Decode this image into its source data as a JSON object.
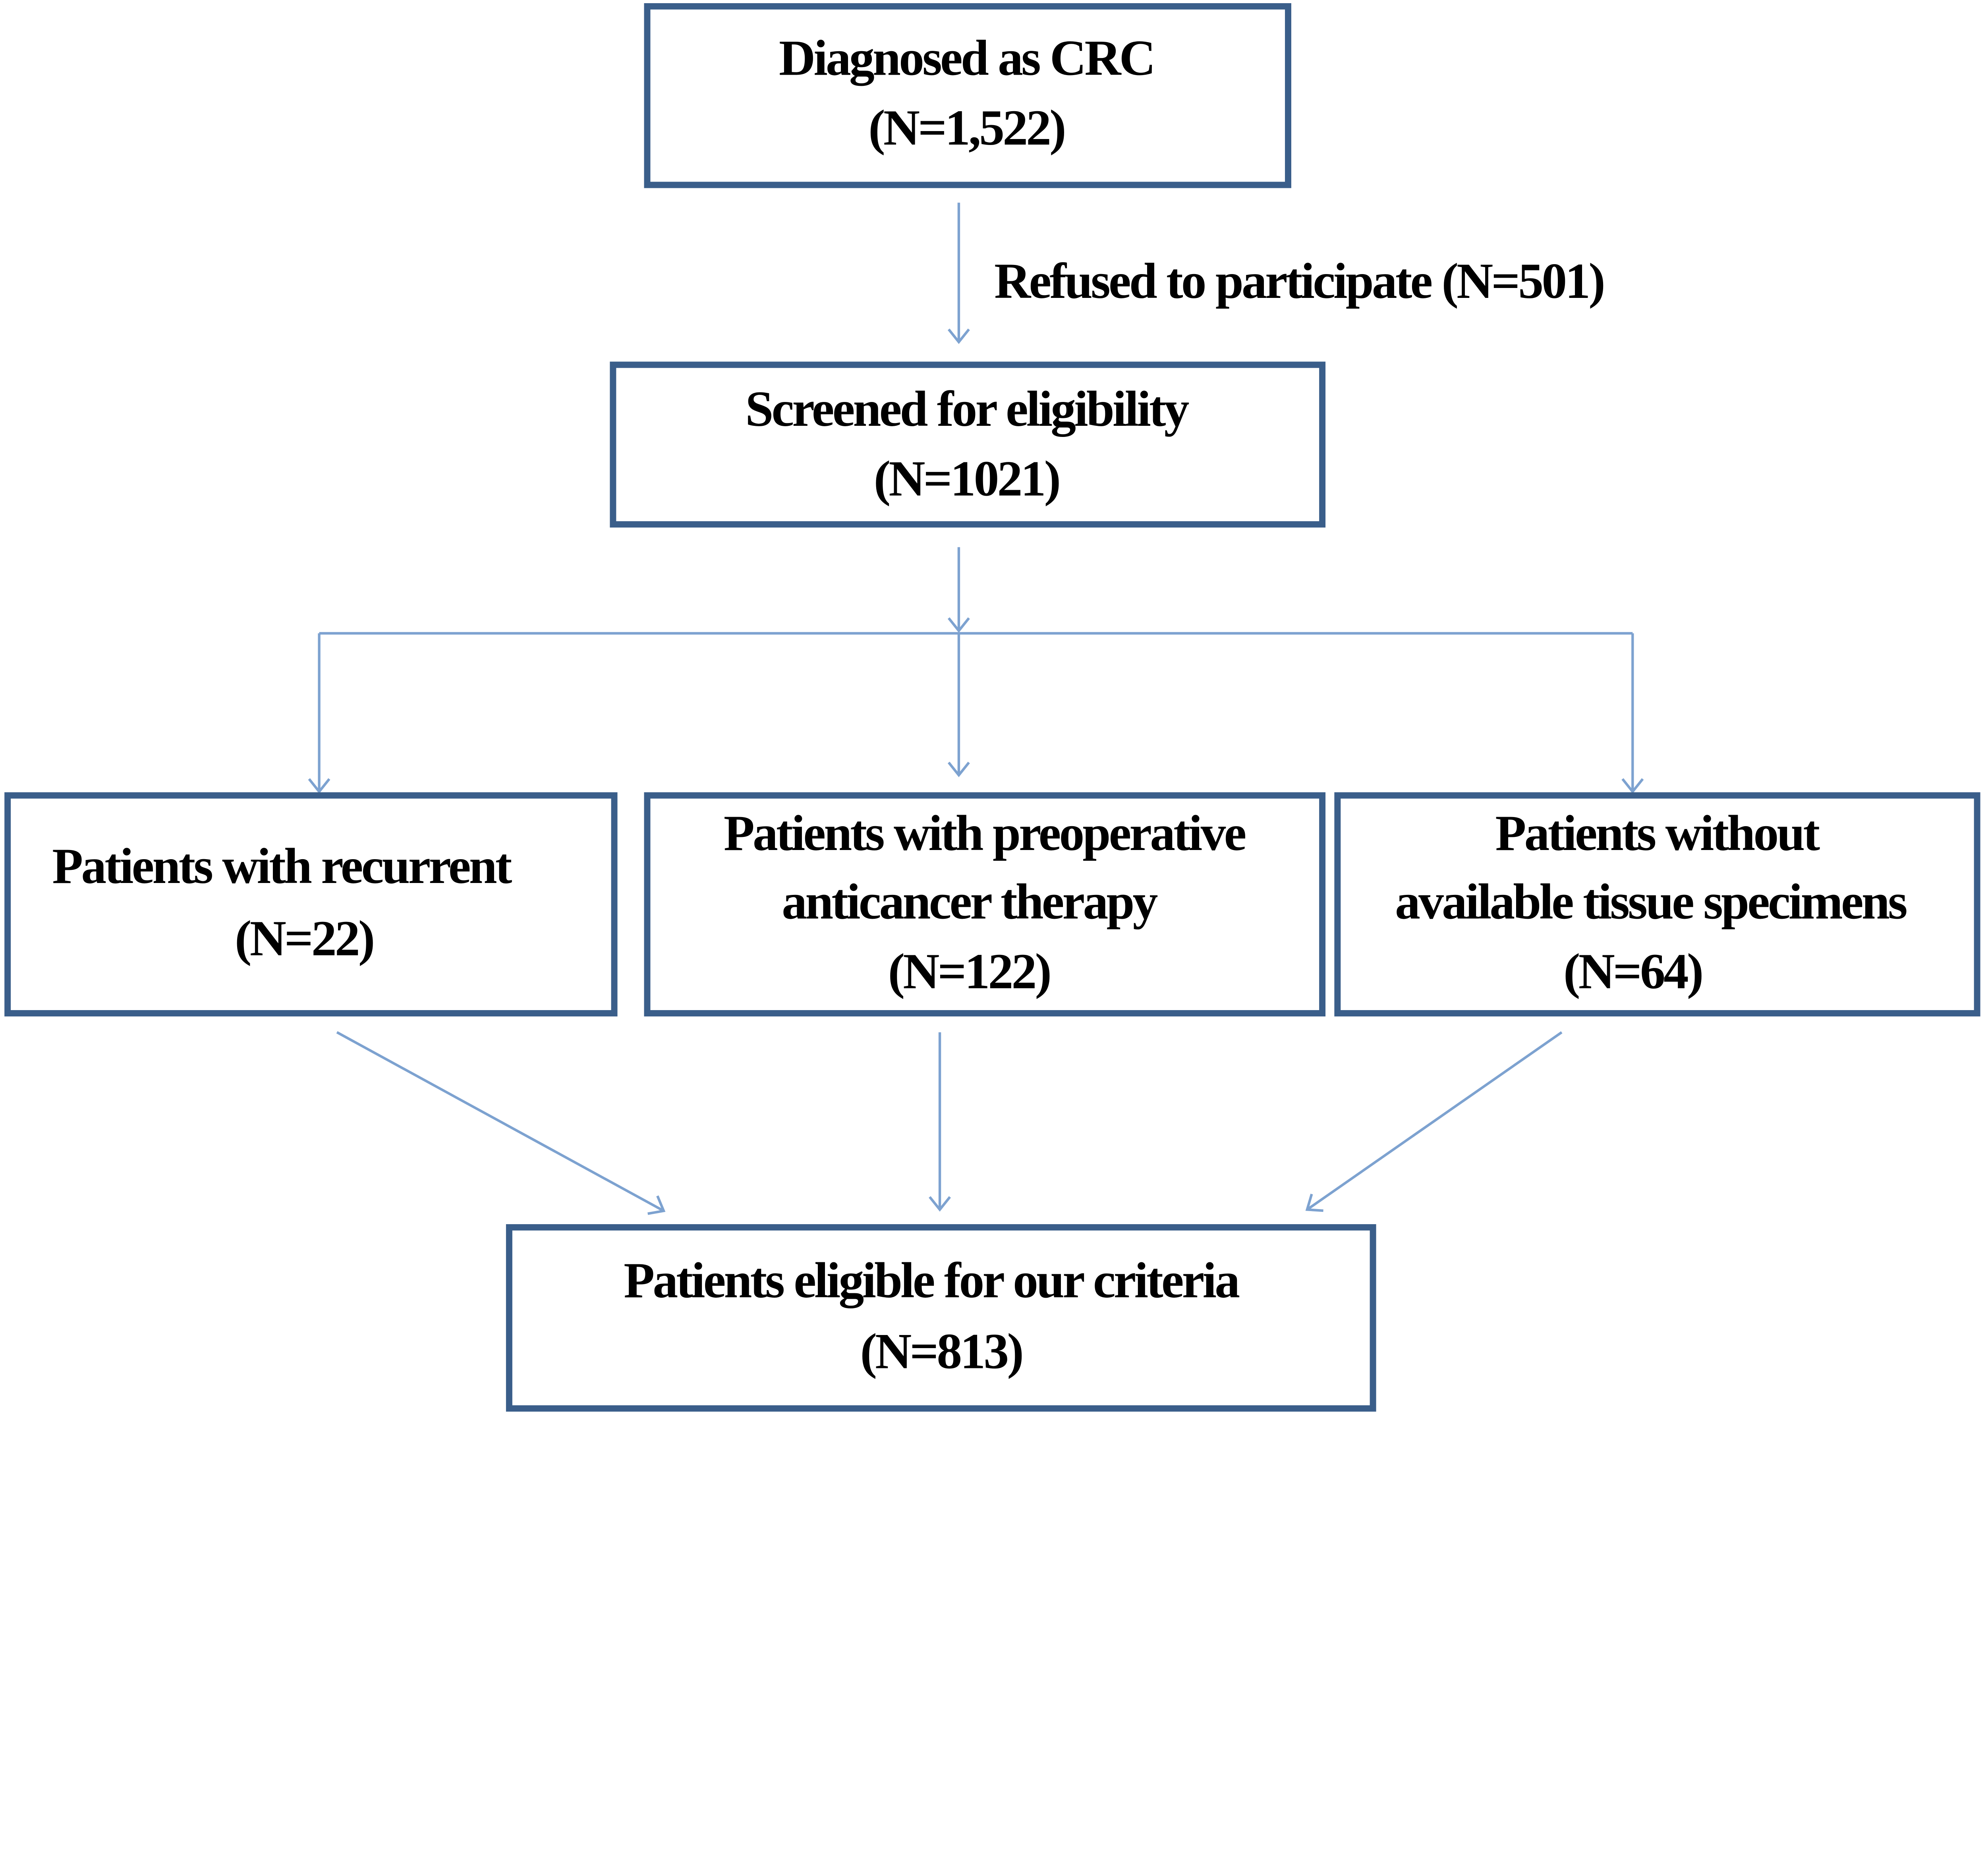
{
  "colors": {
    "box_border": "#3a5e8a",
    "arrow": "#7da2d0",
    "text": "#000000"
  },
  "nodes": {
    "diagnosed": {
      "line1": "Diagnosed as CRC",
      "line2": "(N=1,522)"
    },
    "refused": {
      "label": "Refused to participate (N=501)"
    },
    "screened": {
      "line1": "Screened for eligibility",
      "line2": "(N=1021)"
    },
    "recurrent": {
      "line1": "Patients with recurrent",
      "line2": "(N=22)"
    },
    "preoperative": {
      "line1": "Patients with preoperative",
      "line2": "anticancer therapy",
      "line3": "(N=122)"
    },
    "no_tissue": {
      "line1": "Patients without",
      "line2": "available tissue specimens",
      "line3": "(N=64)"
    },
    "eligible": {
      "line1": "Patients eligible for our criteria",
      "line2": "(N=813)"
    }
  }
}
